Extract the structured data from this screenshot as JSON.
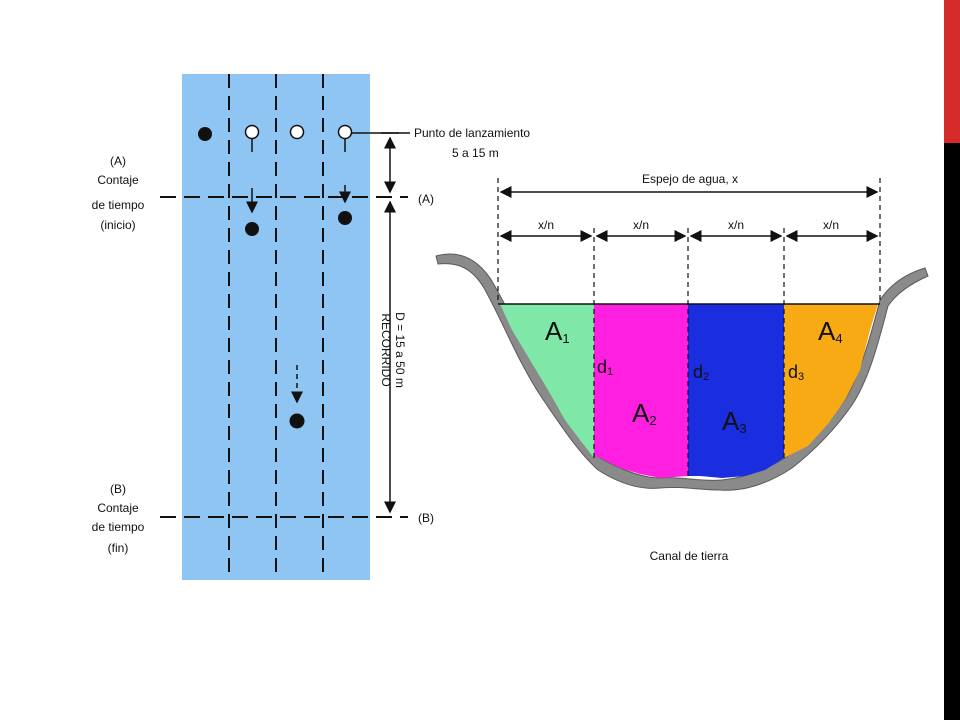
{
  "slide": {
    "accent_color": "#d52b2b",
    "edge_color": "#000000"
  },
  "float_diagram": {
    "channel_color": "#8ec5f2",
    "launch_point_line1": "Punto de lanzamiento",
    "launch_point_line2": "5 a 15 m",
    "start_label": [
      "(A)",
      "Contaje",
      "de tiempo",
      "(inicio)"
    ],
    "end_label": [
      "(B)",
      "Contaje",
      "de tiempo",
      "(fin)"
    ],
    "marker_a": "(A)",
    "marker_b": "(B)",
    "distance_label_line1": "RECORRIDO",
    "distance_label_line2": "D = 15 a 50 m"
  },
  "section_diagram": {
    "water_width_label": "Espejo de agua, x",
    "segment_labels": [
      "x/n",
      "x/n",
      "x/n",
      "x/n"
    ],
    "areas": [
      {
        "label": "A",
        "sub": "1",
        "color": "#7fe8a8"
      },
      {
        "label": "A",
        "sub": "2",
        "color": "#ff1fe0"
      },
      {
        "label": "A",
        "sub": "3",
        "color": "#1a2ee0"
      },
      {
        "label": "A",
        "sub": "4",
        "color": "#f8aa14"
      }
    ],
    "depths": [
      {
        "label": "d",
        "sub": "1"
      },
      {
        "label": "d",
        "sub": "2"
      },
      {
        "label": "d",
        "sub": "3"
      }
    ],
    "caption": "Canal de tierra",
    "ground_color": "#8a8a8a"
  }
}
